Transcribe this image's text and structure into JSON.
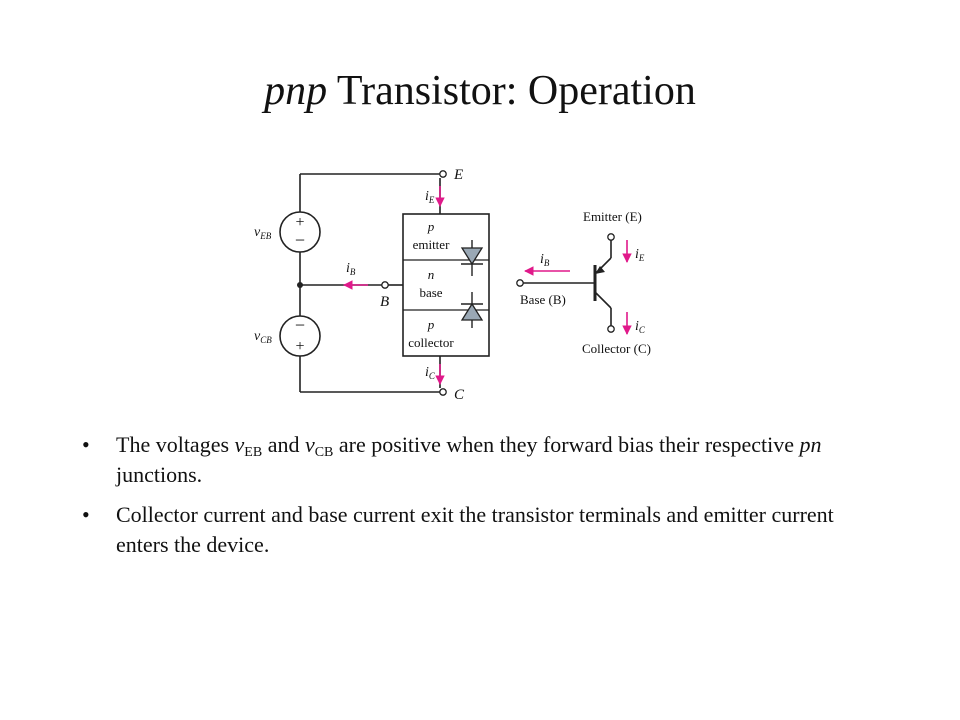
{
  "title": {
    "italic": "pnp",
    "rest": " Transistor: Operation"
  },
  "diagram": {
    "left": {
      "source_eb": {
        "label_v": "v",
        "label_sub": "EB",
        "plus": "+",
        "minus": "−"
      },
      "source_cb": {
        "label_v": "v",
        "label_sub": "CB",
        "plus": "+",
        "minus": "−"
      },
      "terminal_e": "E",
      "terminal_b": "B",
      "terminal_c": "C",
      "current_e": {
        "i": "i",
        "sub": "E"
      },
      "current_b": {
        "i": "i",
        "sub": "B"
      },
      "current_c": {
        "i": "i",
        "sub": "C"
      },
      "region_emitter": {
        "type": "p",
        "name": "emitter"
      },
      "region_base": {
        "type": "n",
        "name": "base"
      },
      "region_collector": {
        "type": "p",
        "name": "collector"
      }
    },
    "right": {
      "emitter_label": "Emitter (E)",
      "base_label": "Base (B)",
      "collector_label": "Collector (C)",
      "current_e": {
        "i": "i",
        "sub": "E"
      },
      "current_b": {
        "i": "i",
        "sub": "B"
      },
      "current_c": {
        "i": "i",
        "sub": "C"
      }
    },
    "arrow_color": "#e0198a"
  },
  "bullets": [
    {
      "bullet": "•",
      "p1": "The voltages ",
      "v1": "v",
      "s1": "EB",
      "p2": " and ",
      "v2": "v",
      "s2": "CB",
      "p3": " are positive when they forward bias their respective ",
      "italic": "pn",
      "p4": " junctions."
    },
    {
      "bullet": "•",
      "text": "Collector current and base current exit the transistor terminals and emitter current enters the device."
    }
  ]
}
